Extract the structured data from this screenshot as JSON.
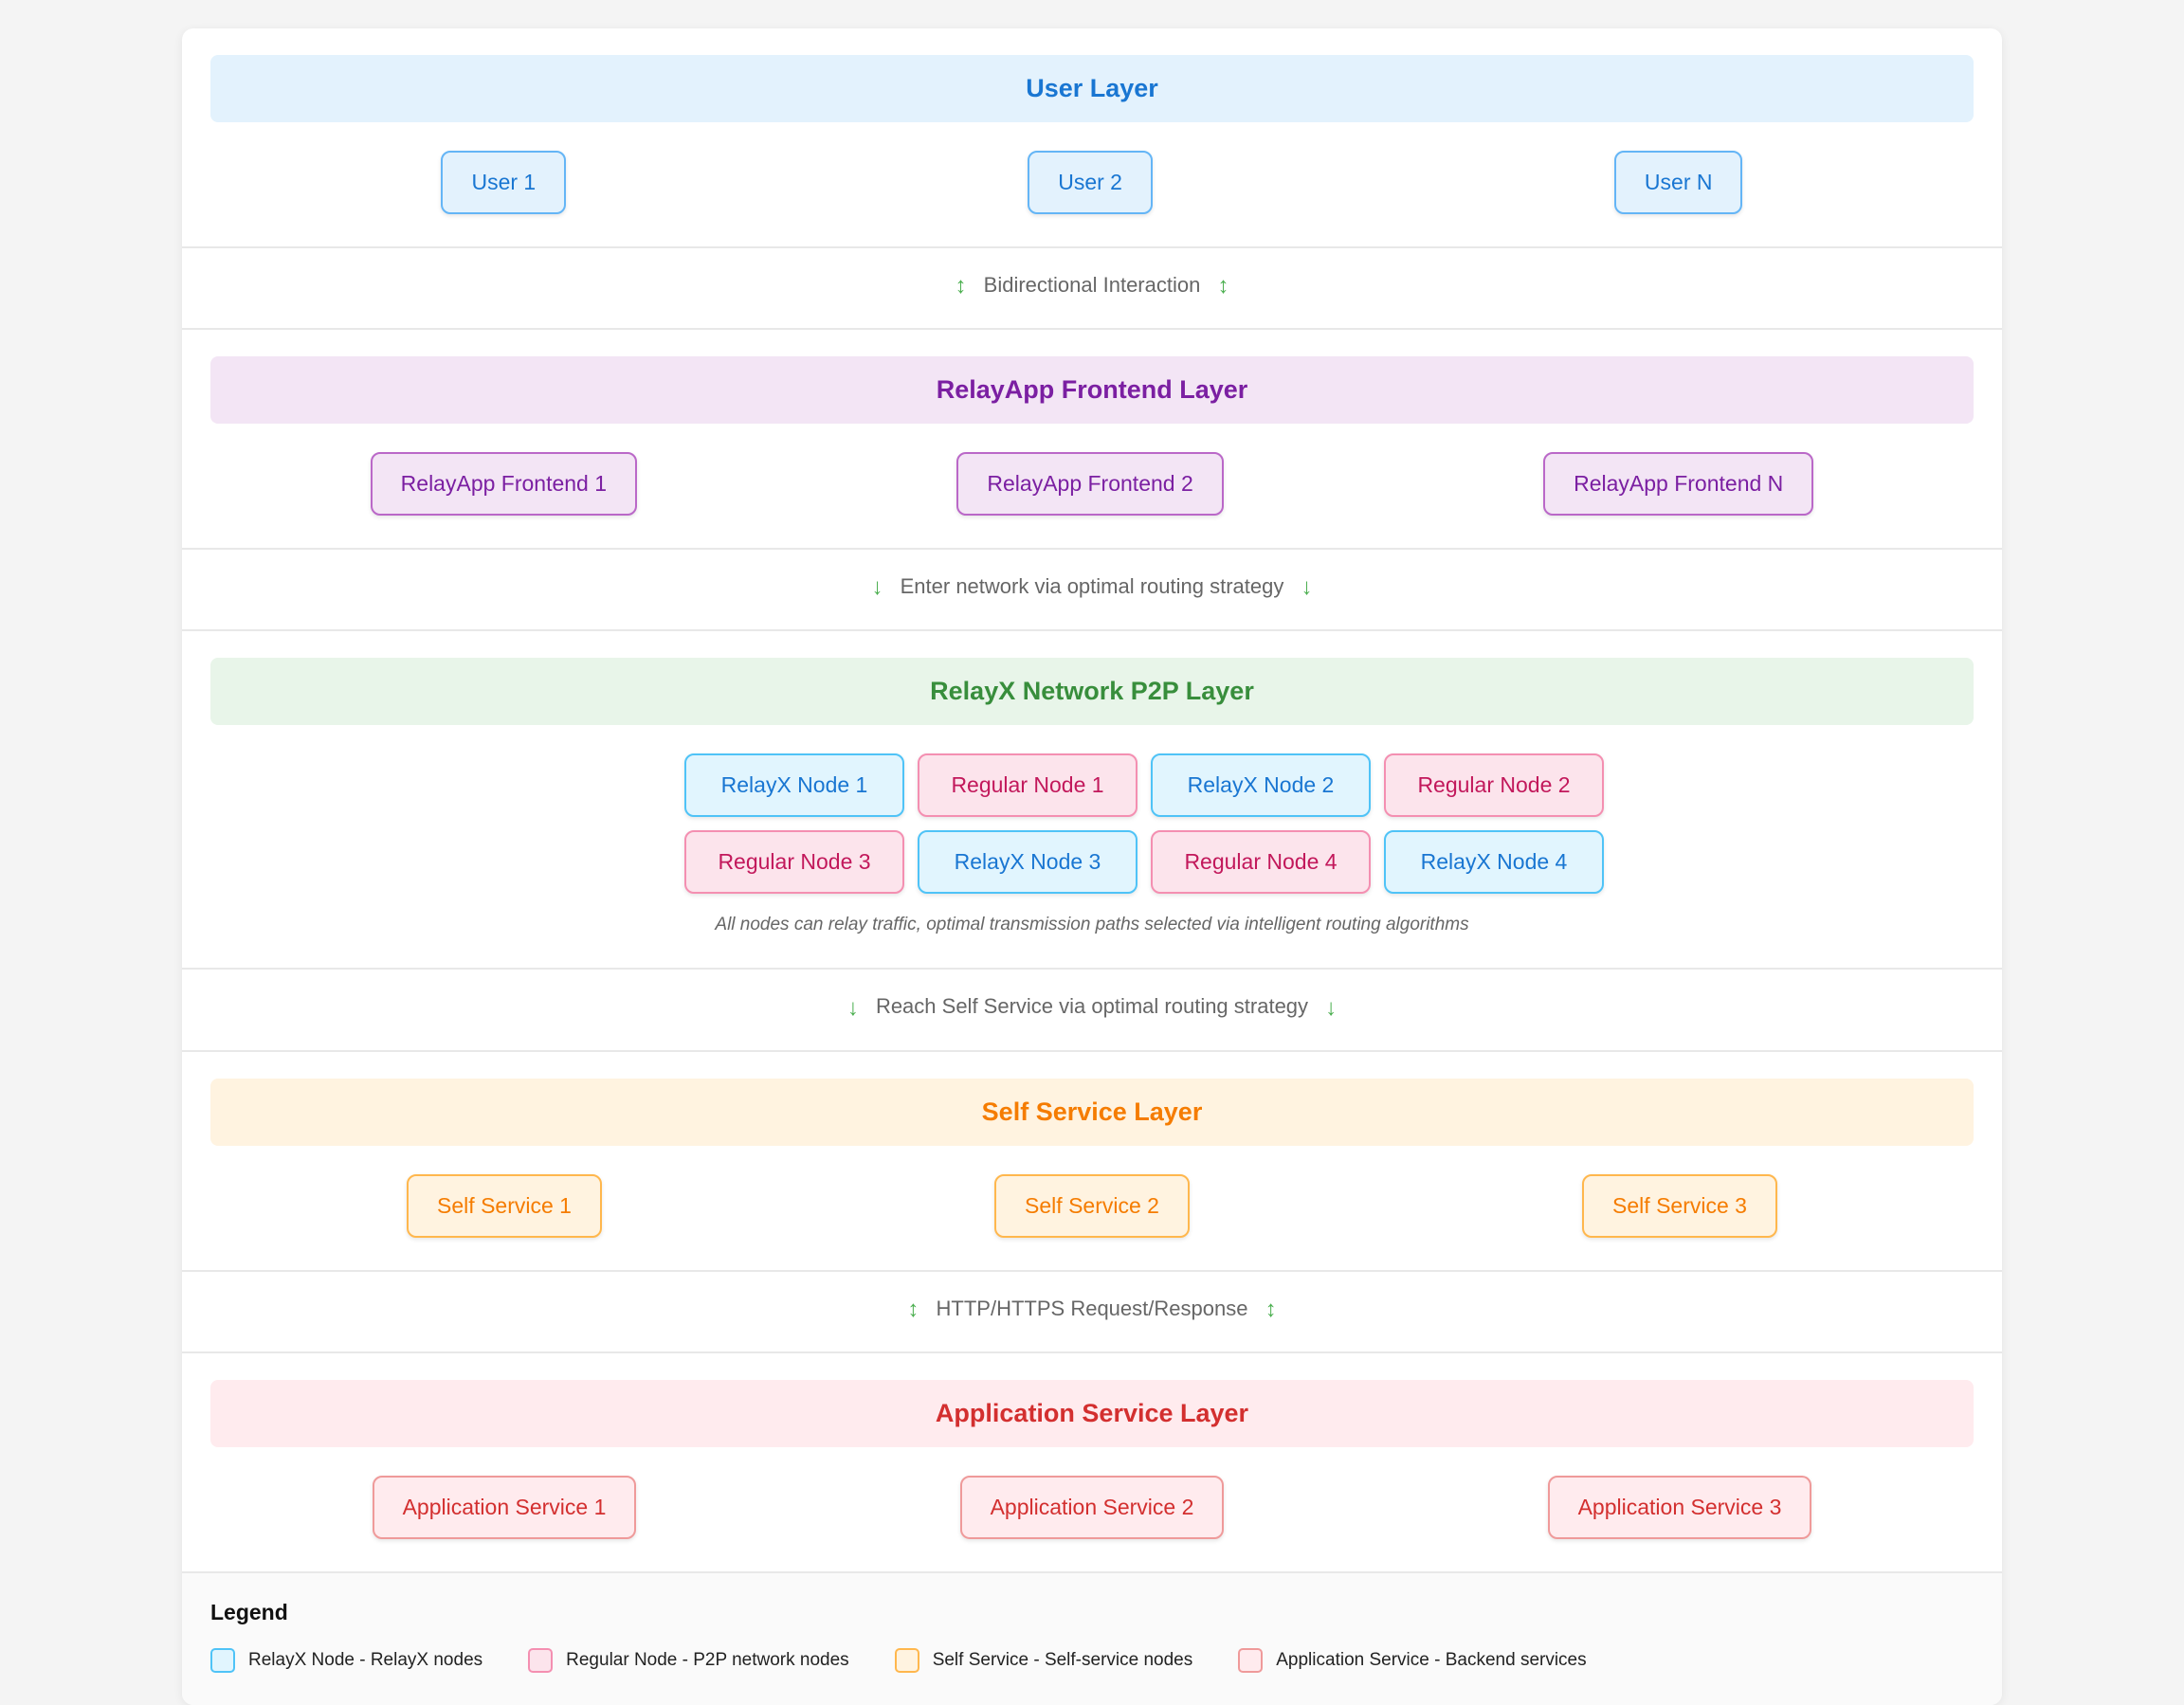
{
  "layers": [
    {
      "id": "user",
      "title": "User Layer",
      "nodes": [
        "User 1",
        "User 2",
        "User N"
      ]
    },
    {
      "id": "frontend",
      "title": "RelayApp Frontend Layer",
      "nodes": [
        "RelayApp Frontend 1",
        "RelayApp Frontend 2",
        "RelayApp Frontend N"
      ]
    },
    {
      "id": "p2p",
      "title": "RelayX Network P2P Layer",
      "row1": [
        "RelayX Node 1",
        "Regular Node 1",
        "RelayX Node 2",
        "Regular Node 2"
      ],
      "row2": [
        "Regular Node 3",
        "RelayX Node 3",
        "Regular Node 4",
        "RelayX Node 4"
      ],
      "note": "All nodes can relay traffic, optimal transmission paths selected via intelligent routing algorithms"
    },
    {
      "id": "self",
      "title": "Self Service Layer",
      "nodes": [
        "Self Service 1",
        "Self Service 2",
        "Self Service 3"
      ]
    },
    {
      "id": "app",
      "title": "Application Service Layer",
      "nodes": [
        "Application Service 1",
        "Application Service 2",
        "Application Service 3"
      ]
    }
  ],
  "connectors": [
    {
      "id": "user-frontend",
      "label": "Bidirectional Interaction",
      "arrow": "↕"
    },
    {
      "id": "frontend-p2p",
      "label": "Enter network via optimal routing strategy",
      "arrow": "↓"
    },
    {
      "id": "p2p-self",
      "label": "Reach Self Service via optimal routing strategy",
      "arrow": "↓"
    },
    {
      "id": "self-app",
      "label": "HTTP/HTTPS Request/Response",
      "arrow": "↕"
    }
  ],
  "legend": {
    "title": "Legend",
    "items": [
      {
        "label": "RelayX Node - RelayX nodes",
        "fill": "#e1f5fe",
        "border": "#4fc3f7"
      },
      {
        "label": "Regular Node - P2P network nodes",
        "fill": "#fce4ec",
        "border": "#f48fb1"
      },
      {
        "label": "Self Service - Self-service nodes",
        "fill": "#fff3e0",
        "border": "#ffb74d"
      },
      {
        "label": "Application Service - Backend services",
        "fill": "#ffebee",
        "border": "#ef9a9a"
      }
    ]
  },
  "colors": {
    "user": "#1976d2",
    "frontend": "#7b1fa2",
    "p2p": "#388e3c",
    "self": "#f57c00",
    "app": "#d32f2f",
    "arrow": "#4caf50"
  }
}
